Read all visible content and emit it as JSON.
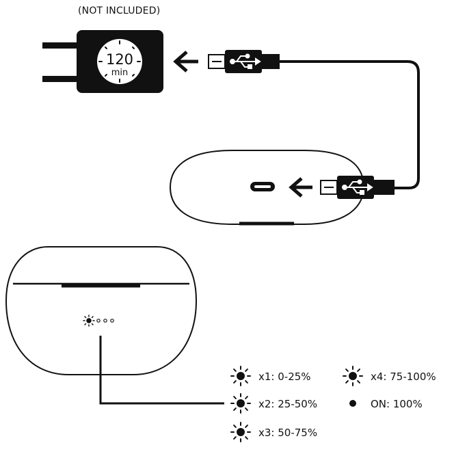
{
  "charger_note": "(NOT INCLUDED)",
  "timer": {
    "value": "120",
    "unit": "min"
  },
  "legend": [
    {
      "key": "x1",
      "text": "x1: 0-25%"
    },
    {
      "key": "x2",
      "text": "x2: 25-50%"
    },
    {
      "key": "x3",
      "text": "x3: 50-75%"
    },
    {
      "key": "x4",
      "text": "x4: 75-100%"
    },
    {
      "key": "on",
      "text": "ON: 100%"
    }
  ],
  "colors": {
    "ink": "#111111",
    "paper": "#ffffff"
  }
}
